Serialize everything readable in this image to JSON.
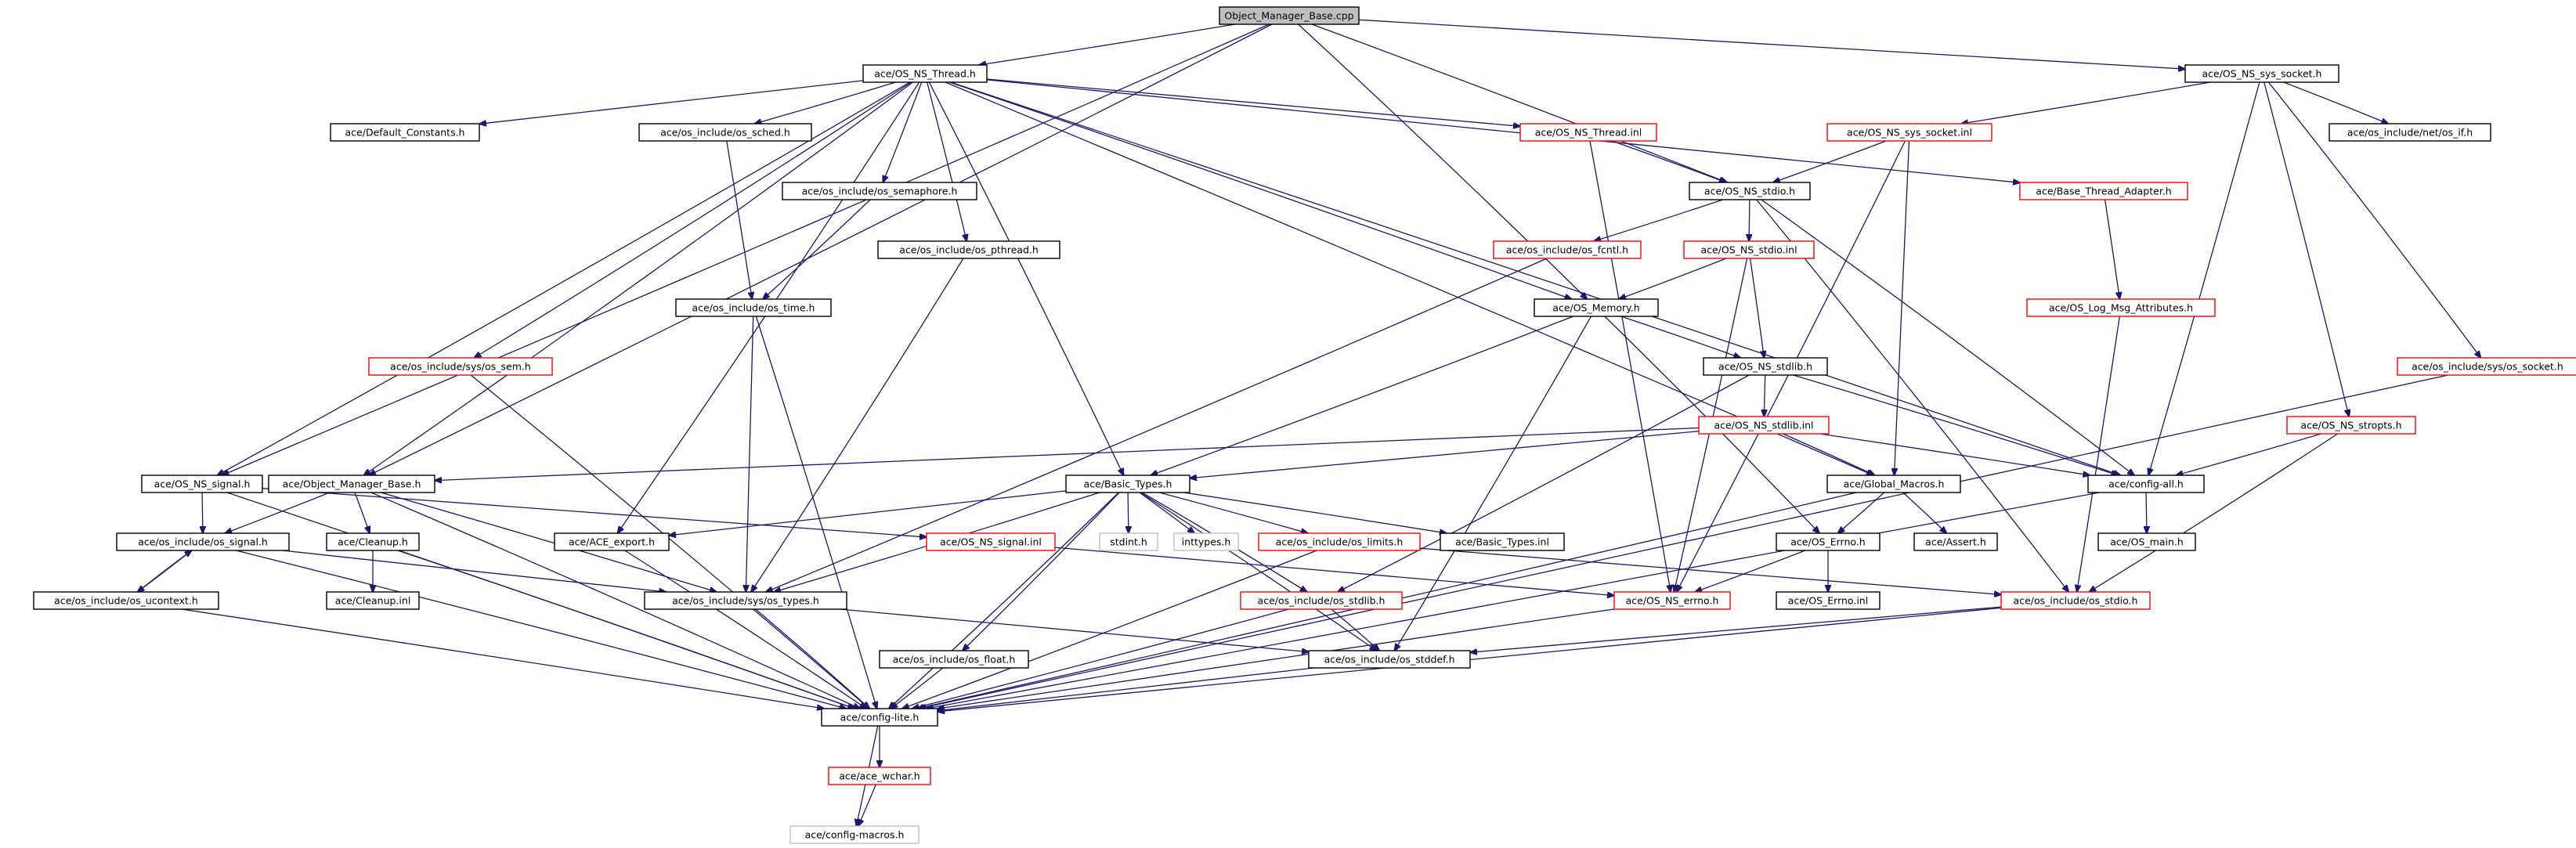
{
  "colors": {
    "edge": "#191970",
    "box_normal": "#000000",
    "box_missing": "#ff0000",
    "box_system": "#bfbfbf",
    "root_fill": "#bfbfbf"
  },
  "nodes": [
    {
      "id": "root",
      "label": "Object_Manager_Base.cpp",
      "style": "root"
    },
    {
      "id": "thread_h",
      "label": "ace/OS_NS_Thread.h",
      "style": "normal"
    },
    {
      "id": "sys_socket_h",
      "label": "ace/OS_NS_sys_socket.h",
      "style": "normal"
    },
    {
      "id": "default_constants",
      "label": "ace/Default_Constants.h",
      "style": "normal"
    },
    {
      "id": "os_sched",
      "label": "ace/os_include/os_sched.h",
      "style": "normal"
    },
    {
      "id": "thread_inl",
      "label": "ace/OS_NS_Thread.inl",
      "style": "red"
    },
    {
      "id": "sys_socket_inl",
      "label": "ace/OS_NS_sys_socket.inl",
      "style": "red"
    },
    {
      "id": "net_if",
      "label": "ace/os_include/net/os_if.h",
      "style": "normal"
    },
    {
      "id": "os_semaphore",
      "label": "ace/os_include/os_semaphore.h",
      "style": "normal"
    },
    {
      "id": "stdio_h",
      "label": "ace/OS_NS_stdio.h",
      "style": "normal"
    },
    {
      "id": "base_thread_adapter",
      "label": "ace/Base_Thread_Adapter.h",
      "style": "red"
    },
    {
      "id": "os_pthread",
      "label": "ace/os_include/os_pthread.h",
      "style": "normal"
    },
    {
      "id": "os_fcntl",
      "label": "ace/os_include/os_fcntl.h",
      "style": "red"
    },
    {
      "id": "stdio_inl",
      "label": "ace/OS_NS_stdio.inl",
      "style": "red"
    },
    {
      "id": "os_time",
      "label": "ace/os_include/os_time.h",
      "style": "normal"
    },
    {
      "id": "os_memory",
      "label": "ace/OS_Memory.h",
      "style": "normal"
    },
    {
      "id": "log_msg_attr",
      "label": "ace/OS_Log_Msg_Attributes.h",
      "style": "red"
    },
    {
      "id": "os_sem",
      "label": "ace/os_include/sys/os_sem.h",
      "style": "red"
    },
    {
      "id": "stdlib_h",
      "label": "ace/OS_NS_stdlib.h",
      "style": "normal"
    },
    {
      "id": "sys_os_socket",
      "label": "ace/os_include/sys/os_socket.h",
      "style": "red"
    },
    {
      "id": "stdlib_inl",
      "label": "ace/OS_NS_stdlib.inl",
      "style": "red"
    },
    {
      "id": "stropts",
      "label": "ace/OS_NS_stropts.h",
      "style": "red"
    },
    {
      "id": "signal_h",
      "label": "ace/OS_NS_signal.h",
      "style": "normal"
    },
    {
      "id": "obj_mgr_base",
      "label": "ace/Object_Manager_Base.h",
      "style": "normal"
    },
    {
      "id": "basic_types_h",
      "label": "ace/Basic_Types.h",
      "style": "normal"
    },
    {
      "id": "global_macros",
      "label": "ace/Global_Macros.h",
      "style": "normal"
    },
    {
      "id": "config_all",
      "label": "ace/config-all.h",
      "style": "normal"
    },
    {
      "id": "os_signal",
      "label": "ace/os_include/os_signal.h",
      "style": "normal"
    },
    {
      "id": "cleanup_h",
      "label": "ace/Cleanup.h",
      "style": "normal"
    },
    {
      "id": "ace_export",
      "label": "ace/ACE_export.h",
      "style": "normal"
    },
    {
      "id": "signal_inl",
      "label": "ace/OS_NS_signal.inl",
      "style": "red"
    },
    {
      "id": "stdint",
      "label": "stdint.h",
      "style": "grey"
    },
    {
      "id": "inttypes",
      "label": "inttypes.h",
      "style": "grey"
    },
    {
      "id": "os_limits",
      "label": "ace/os_include/os_limits.h",
      "style": "red"
    },
    {
      "id": "basic_types_inl",
      "label": "ace/Basic_Types.inl",
      "style": "normal"
    },
    {
      "id": "os_errno",
      "label": "ace/OS_Errno.h",
      "style": "normal"
    },
    {
      "id": "assert_h",
      "label": "ace/Assert.h",
      "style": "normal"
    },
    {
      "id": "os_main",
      "label": "ace/OS_main.h",
      "style": "normal"
    },
    {
      "id": "os_ucontext",
      "label": "ace/os_include/os_ucontext.h",
      "style": "normal"
    },
    {
      "id": "cleanup_inl",
      "label": "ace/Cleanup.inl",
      "style": "normal"
    },
    {
      "id": "sys_os_types",
      "label": "ace/os_include/sys/os_types.h",
      "style": "normal"
    },
    {
      "id": "os_stdlib",
      "label": "ace/os_include/os_stdlib.h",
      "style": "red"
    },
    {
      "id": "ns_errno",
      "label": "ace/OS_NS_errno.h",
      "style": "red"
    },
    {
      "id": "os_errno_inl",
      "label": "ace/OS_Errno.inl",
      "style": "normal"
    },
    {
      "id": "os_stdio",
      "label": "ace/os_include/os_stdio.h",
      "style": "red"
    },
    {
      "id": "os_float",
      "label": "ace/os_include/os_float.h",
      "style": "normal"
    },
    {
      "id": "os_stddef",
      "label": "ace/os_include/os_stddef.h",
      "style": "normal"
    },
    {
      "id": "config_lite",
      "label": "ace/config-lite.h",
      "style": "normal"
    },
    {
      "id": "ace_wchar",
      "label": "ace/ace_wchar.h",
      "style": "red"
    },
    {
      "id": "config_macros",
      "label": "ace/config-macros.h",
      "style": "grey"
    }
  ],
  "edges": [
    [
      "root",
      "thread_h"
    ],
    [
      "root",
      "sys_socket_h"
    ],
    [
      "root",
      "signal_h"
    ],
    [
      "root",
      "obj_mgr_base"
    ],
    [
      "root",
      "stdio_h"
    ],
    [
      "root",
      "os_memory"
    ],
    [
      "thread_h",
      "default_constants"
    ],
    [
      "thread_h",
      "os_sched"
    ],
    [
      "thread_h",
      "thread_inl"
    ],
    [
      "thread_h",
      "os_semaphore"
    ],
    [
      "thread_h",
      "os_pthread"
    ],
    [
      "thread_h",
      "base_thread_adapter"
    ],
    [
      "thread_h",
      "os_memory"
    ],
    [
      "thread_h",
      "os_sem"
    ],
    [
      "thread_h",
      "signal_h"
    ],
    [
      "thread_h",
      "obj_mgr_base"
    ],
    [
      "thread_h",
      "basic_types_h"
    ],
    [
      "thread_h",
      "ace_export"
    ],
    [
      "thread_h",
      "global_macros"
    ],
    [
      "thread_h",
      "config_all"
    ],
    [
      "sys_socket_h",
      "sys_socket_inl"
    ],
    [
      "sys_socket_h",
      "net_if"
    ],
    [
      "sys_socket_h",
      "sys_os_socket"
    ],
    [
      "sys_socket_h",
      "stropts"
    ],
    [
      "sys_socket_h",
      "config_all"
    ],
    [
      "thread_inl",
      "stdio_h"
    ],
    [
      "thread_inl",
      "ns_errno"
    ],
    [
      "sys_socket_inl",
      "stdio_h"
    ],
    [
      "sys_socket_inl",
      "global_macros"
    ],
    [
      "sys_socket_inl",
      "ns_errno"
    ],
    [
      "os_sched",
      "os_time"
    ],
    [
      "os_semaphore",
      "os_time"
    ],
    [
      "os_pthread",
      "sys_os_types"
    ],
    [
      "stdio_h",
      "os_fcntl"
    ],
    [
      "stdio_h",
      "stdio_inl"
    ],
    [
      "stdio_h",
      "os_stdio"
    ],
    [
      "stdio_h",
      "config_all"
    ],
    [
      "base_thread_adapter",
      "log_msg_attr"
    ],
    [
      "log_msg_attr",
      "os_stdio"
    ],
    [
      "os_fcntl",
      "sys_os_types"
    ],
    [
      "stdio_inl",
      "os_memory"
    ],
    [
      "stdio_inl",
      "stdlib_h"
    ],
    [
      "stdio_inl",
      "ns_errno"
    ],
    [
      "os_time",
      "config_lite"
    ],
    [
      "os_time",
      "sys_os_types"
    ],
    [
      "os_memory",
      "basic_types_h"
    ],
    [
      "os_memory",
      "stdlib_h"
    ],
    [
      "os_memory",
      "os_errno"
    ],
    [
      "os_memory",
      "os_stddef"
    ],
    [
      "stdlib_h",
      "stdlib_inl"
    ],
    [
      "stdlib_h",
      "config_all"
    ],
    [
      "stdlib_h",
      "os_stdlib"
    ],
    [
      "stdlib_inl",
      "basic_types_h"
    ],
    [
      "stdlib_inl",
      "global_macros"
    ],
    [
      "stdlib_inl",
      "config_all"
    ],
    [
      "stdlib_inl",
      "obj_mgr_base"
    ],
    [
      "stropts",
      "config_all"
    ],
    [
      "stropts",
      "os_stdio"
    ],
    [
      "sys_os_socket",
      "config_lite"
    ],
    [
      "os_sem",
      "config_lite"
    ],
    [
      "signal_h",
      "os_signal"
    ],
    [
      "signal_h",
      "signal_inl"
    ],
    [
      "signal_h",
      "config_lite"
    ],
    [
      "obj_mgr_base",
      "os_signal"
    ],
    [
      "obj_mgr_base",
      "cleanup_h"
    ],
    [
      "obj_mgr_base",
      "sys_os_types"
    ],
    [
      "obj_mgr_base",
      "config_lite"
    ],
    [
      "basic_types_h",
      "ace_export"
    ],
    [
      "basic_types_h",
      "stdint"
    ],
    [
      "basic_types_h",
      "inttypes"
    ],
    [
      "basic_types_h",
      "os_limits"
    ],
    [
      "basic_types_h",
      "basic_types_inl"
    ],
    [
      "basic_types_h",
      "os_stdlib"
    ],
    [
      "basic_types_h",
      "os_float"
    ],
    [
      "basic_types_h",
      "os_stddef"
    ],
    [
      "basic_types_h",
      "sys_os_types"
    ],
    [
      "basic_types_h",
      "config_lite"
    ],
    [
      "global_macros",
      "os_errno"
    ],
    [
      "global_macros",
      "assert_h"
    ],
    [
      "global_macros",
      "config_lite"
    ],
    [
      "config_all",
      "os_main"
    ],
    [
      "config_all",
      "config_lite"
    ],
    [
      "os_signal",
      "os_ucontext"
    ],
    [
      "os_signal",
      "sys_os_types"
    ],
    [
      "os_signal",
      "config_lite"
    ],
    [
      "os_ucontext",
      "os_signal"
    ],
    [
      "os_ucontext",
      "config_lite"
    ],
    [
      "cleanup_h",
      "cleanup_inl"
    ],
    [
      "cleanup_h",
      "config_lite"
    ],
    [
      "ace_export",
      "config_lite"
    ],
    [
      "signal_inl",
      "ns_errno"
    ],
    [
      "os_limits",
      "config_lite"
    ],
    [
      "os_limits",
      "os_stdio"
    ],
    [
      "os_errno",
      "ns_errno"
    ],
    [
      "os_errno",
      "os_errno_inl"
    ],
    [
      "sys_os_types",
      "os_stddef"
    ],
    [
      "sys_os_types",
      "config_lite"
    ],
    [
      "os_stdlib",
      "os_stddef"
    ],
    [
      "os_stdlib",
      "config_lite"
    ],
    [
      "ns_errno",
      "config_lite"
    ],
    [
      "os_stdio",
      "os_stddef"
    ],
    [
      "os_stdio",
      "config_lite"
    ],
    [
      "os_float",
      "config_lite"
    ],
    [
      "os_stddef",
      "config_lite"
    ],
    [
      "config_lite",
      "ace_wchar"
    ],
    [
      "config_lite",
      "config_macros"
    ],
    [
      "ace_wchar",
      "config_macros"
    ]
  ]
}
